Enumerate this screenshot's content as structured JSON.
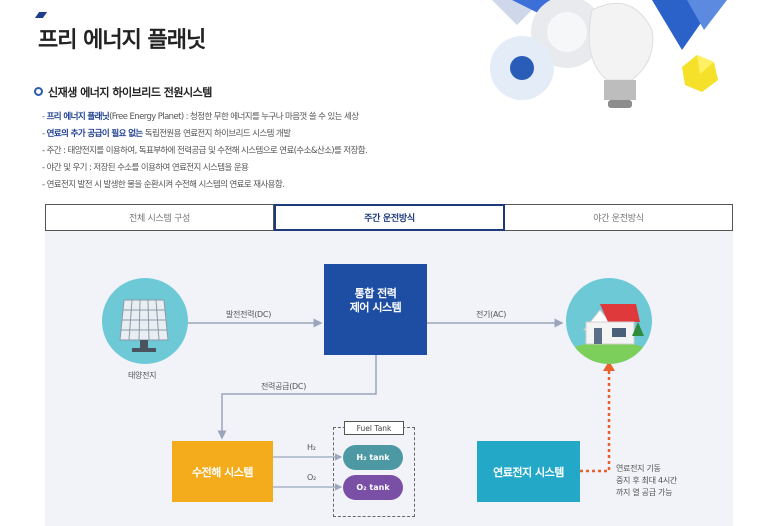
{
  "header": {
    "title": "프리 에너지 플래닛"
  },
  "section": {
    "title": "신재생 에너지 하이브리드 전원시스템"
  },
  "description": [
    {
      "bullet": "- ",
      "highlight": "프리 에너지 플래닛",
      "text": "(Free Energy Planet) : 청정한 무한 에너지를 누구나 마음껏 쓸 수 있는 세상"
    },
    {
      "bullet": "- ",
      "highlight": "연료의 추가 공급이 필요 없는",
      "text": " 독립전원용 연료전지 하이브리드 시스템 개발"
    },
    {
      "bullet": "- ",
      "highlight": "",
      "text": "주간 : 태양전지를 이용하여, 독표부하에 전력공급 및 수전해 시스템으로 연료(수소&산소)를 저장함."
    },
    {
      "bullet": "- ",
      "highlight": "",
      "text": "야간 및 우기 : 저장된 수소를 이용하여 연료전지 시스템을 운용"
    },
    {
      "bullet": "- ",
      "highlight": "",
      "text": "연료전지 발전 시 발생한 물을 순환시켜 수전해 시스템의 연료로 재사용함."
    }
  ],
  "tabs": [
    {
      "label": "전체 시스템 구성",
      "active": false
    },
    {
      "label": "주간 운전방식",
      "active": true
    },
    {
      "label": "야간 운전방식",
      "active": false
    }
  ],
  "diagram": {
    "solar_label": "태양전지",
    "control_line1": "통합 전력",
    "control_line2": "제어 시스템",
    "gen_power_label": "발전전력(DC)",
    "electricity_label": "전기(AC)",
    "power_supply_label": "전력공급(DC)",
    "electrolysis_label": "수전해 시스템",
    "h2_label": "H₂",
    "o2_label": "O₂",
    "fuel_tank_label": "Fuel Tank",
    "h2_tank_label": "H₂ tank",
    "o2_tank_label": "O₂ tank",
    "fuelcell_label": "연료전지 시스템",
    "fuelcell_note1": "연료전지 기동",
    "fuelcell_note2": "중지 후 최대 4시간",
    "fuelcell_note3": "까지 열 공급 가능"
  },
  "colors": {
    "control": "#1d4ea3",
    "electrolysis": "#f5ac1c",
    "fuelcell": "#24a8c8",
    "heat_line": "#e8612a"
  }
}
